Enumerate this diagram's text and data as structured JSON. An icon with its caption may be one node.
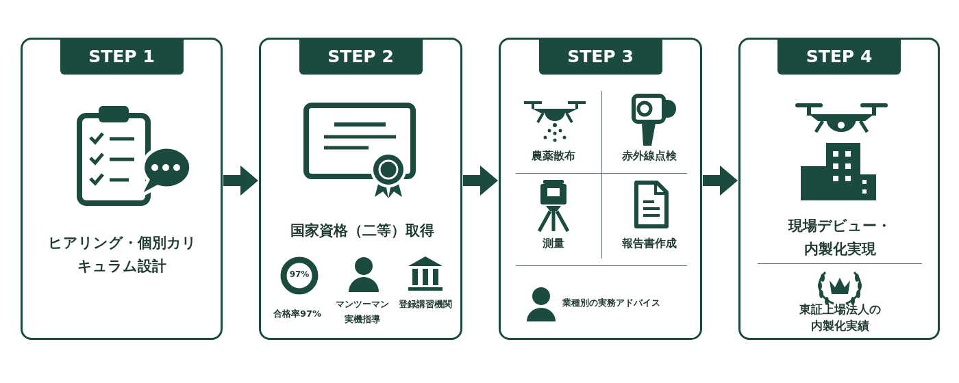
{
  "diagram": {
    "nodes": [
      {
        "text": [
          "STEP 1",
          "ヒアリング・個別カリキュラム設計"
        ]
      },
      {
        "text": [
          "STEP 2",
          "国家資格（二等）取得"
        ]
      },
      {
        "text": [
          "97%",
          "合格率97%"
        ],
        "in": 1
      },
      {
        "text": [
          "マンツーマン実機指導"
        ],
        "in": 1
      },
      {
        "text": [
          "登録講習機関"
        ],
        "in": 1
      },
      {
        "text": [
          "STEP 3"
        ]
      },
      {
        "text": [
          "農薬散布"
        ],
        "in": 5
      },
      {
        "text": [
          "赤外線点検"
        ],
        "in": 5
      },
      {
        "text": [
          "測量"
        ],
        "in": 5
      },
      {
        "text": [
          "報告書作成"
        ],
        "in": 5
      },
      {
        "text": [
          "業種別の実務アドバイス"
        ],
        "in": 5
      },
      {
        "text": [
          "STEP 4",
          "現場デビュー・内製化実現"
        ]
      },
      {
        "text": [
          "東証上場法人の内製化実績"
        ],
        "in": 11
      }
    ],
    "edges": [
      {
        "from": 0,
        "to": 1,
        "arrow": "to"
      },
      {
        "from": 1,
        "to": 5,
        "arrow": "to"
      },
      {
        "from": 5,
        "to": 11,
        "arrow": "to"
      }
    ]
  }
}
